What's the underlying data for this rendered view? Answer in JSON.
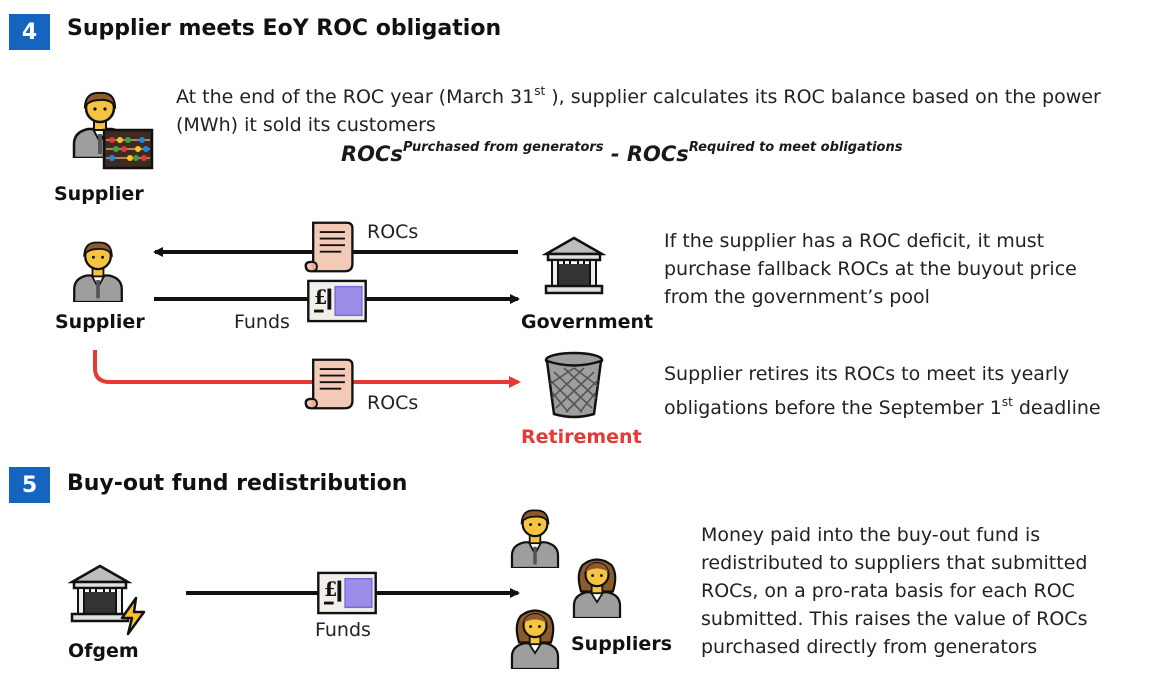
{
  "step4": {
    "number": "4",
    "title": "Supplier meets EoY ROC obligation",
    "intro_before": "At the end of the ROC year (March 31",
    "intro_sup": "st",
    "intro_after": " ), supplier calculates its ROC balance based on the power (MWh) it sold its customers",
    "formula": {
      "term1": "ROCs",
      "term1_sup": "Purchased from generators",
      "minus": " - ",
      "term2": "ROCs",
      "term2_sup": "Required to meet obligations"
    },
    "actors": {
      "supplier_top": "Supplier",
      "supplier": "Supplier",
      "government": "Government",
      "retirement": "Retirement"
    },
    "flows": {
      "rocs_top": "ROCs",
      "funds": "Funds",
      "rocs_bottom": "ROCs"
    },
    "deficit_text": "If the supplier has a ROC deficit, it must purchase fallback ROCs at the buyout price from the government’s pool",
    "retire_before": "Supplier retires its ROCs to meet its yearly obligations before the September 1",
    "retire_sup": "st",
    "retire_after": " deadline"
  },
  "step5": {
    "number": "5",
    "title": "Buy-out fund redistribution",
    "actors": {
      "ofgem": "Ofgem",
      "suppliers": "Suppliers"
    },
    "flows": {
      "funds": "Funds"
    },
    "text": "Money paid into the buy-out fund is redistributed to suppliers that submitted ROCs, on a pro-rata basis for each ROC submitted. This raises the value of ROCs purchased directly from generators"
  },
  "colors": {
    "step_box": "#1565c0",
    "retirement": "#e53935",
    "arrow": "#111111"
  },
  "icons": [
    "person-icon",
    "abacus-icon",
    "scroll-icon",
    "banknote-icon",
    "bank-icon",
    "trash-can-icon",
    "lightning-icon",
    "woman-icon"
  ]
}
